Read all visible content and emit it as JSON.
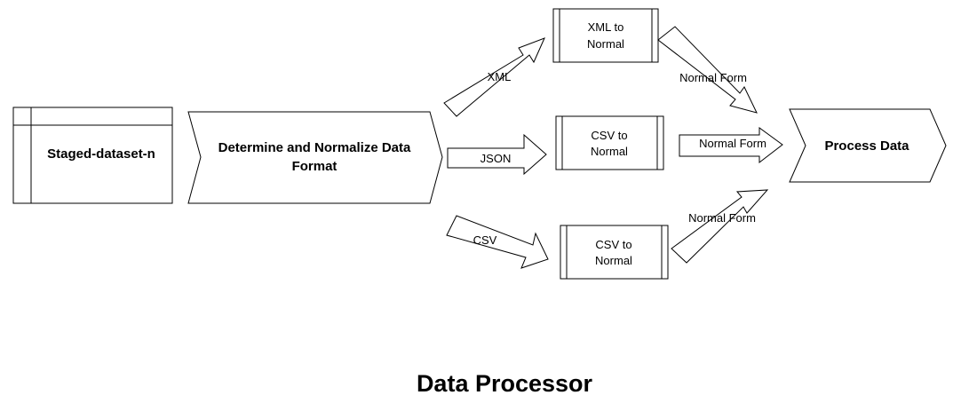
{
  "diagram": {
    "title": "Data Processor",
    "nodes": {
      "staged_dataset": "Staged-dataset-n",
      "determine_line1": "Determine and Normalize Data",
      "determine_line2": "Format",
      "xml_to_normal_line1": "XML to",
      "xml_to_normal_line2": "Normal",
      "csv_to_normal_mid_line1": "CSV to",
      "csv_to_normal_mid_line2": "Normal",
      "csv_to_normal_bottom_line1": "CSV to",
      "csv_to_normal_bottom_line2": "Normal",
      "process_data": "Process Data"
    },
    "arrows": {
      "xml": "XML",
      "json": "JSON",
      "csv": "CSV",
      "normal_form_top": "Normal Form",
      "normal_form_mid": "Normal Form",
      "normal_form_bottom": "Normal Form"
    }
  }
}
